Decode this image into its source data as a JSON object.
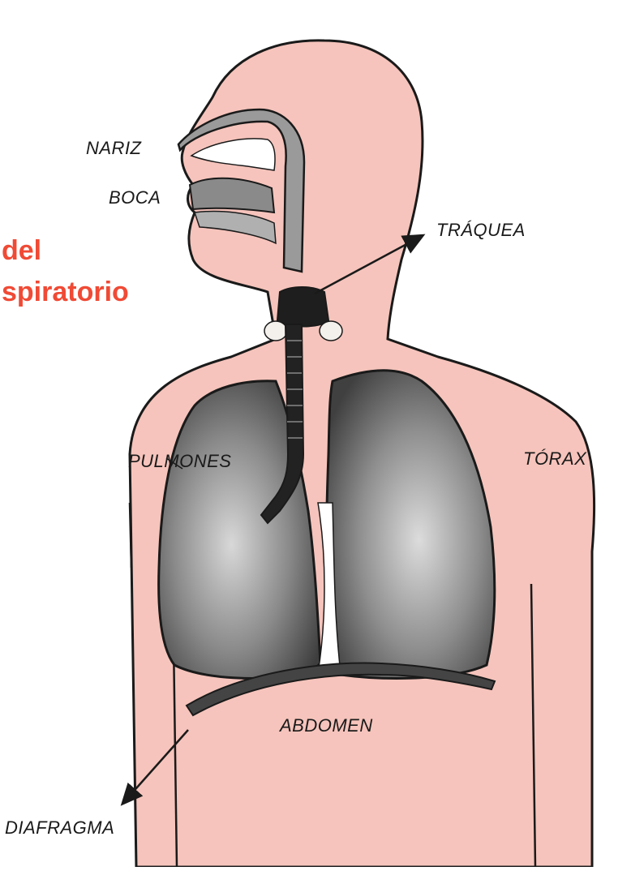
{
  "title": {
    "line1": "del",
    "line2": "spiratorio"
  },
  "labels": {
    "nariz": "NARIZ",
    "boca": "BOCA",
    "traquea": "TRÁQUEA",
    "pulmones": "PULMONES",
    "torax": "TÓRAX",
    "abdomen": "ABDOMEN",
    "diafragma": "DIAFRAGMA"
  },
  "colors": {
    "body_fill": "#f6c4bc",
    "title_red": "#f04a35",
    "outline": "#1a1a1a"
  }
}
